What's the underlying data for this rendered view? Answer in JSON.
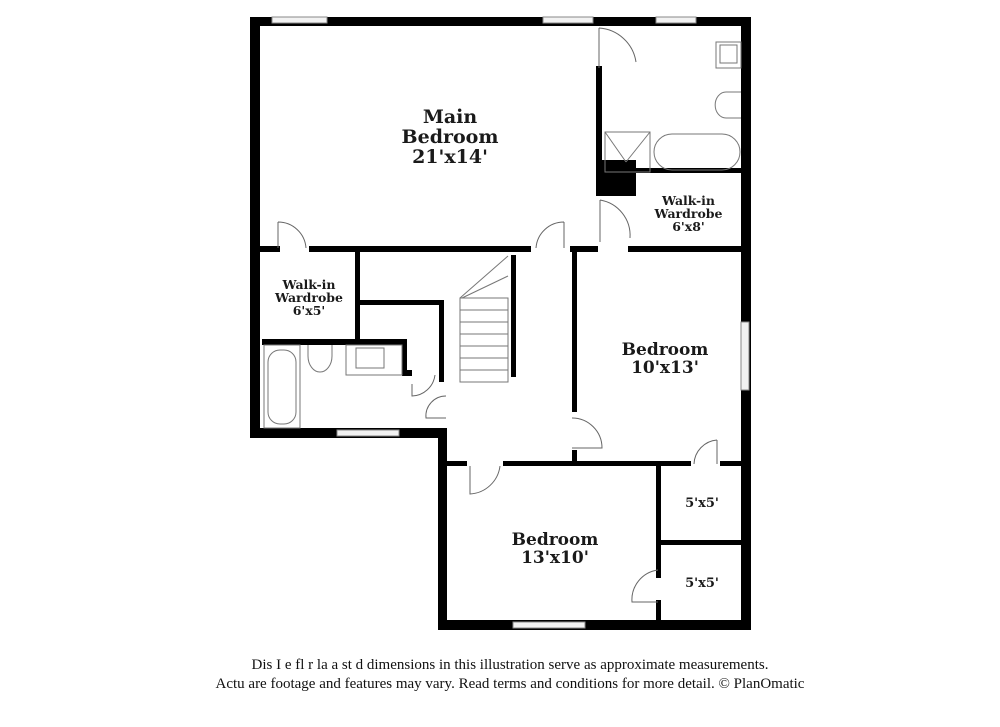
{
  "floorplan": {
    "rooms": [
      {
        "id": "main-bedroom",
        "name_line1": "Main",
        "name_line2": "Bedroom",
        "dimensions": "21'x14'"
      },
      {
        "id": "walk-in-wardrobe-1",
        "name_line1": "Walk-in",
        "name_line2": "Wardrobe",
        "dimensions": "6'x8'"
      },
      {
        "id": "walk-in-wardrobe-2",
        "name_line1": "Walk-in",
        "name_line2": "Wardrobe",
        "dimensions": "6'x5'"
      },
      {
        "id": "bedroom-2",
        "name": "Bedroom",
        "dimensions": "10'x13'"
      },
      {
        "id": "bedroom-3",
        "name": "Bedroom",
        "dimensions": "13'x10'"
      },
      {
        "id": "closet-1",
        "dimensions": "5'x5'"
      },
      {
        "id": "closet-2",
        "dimensions": "5'x5'"
      }
    ],
    "colors": {
      "wall": "#000000",
      "fixture": "#777777",
      "background": "#ffffff",
      "window": "#cccccc"
    }
  },
  "disclaimer": {
    "line1": "Dis     I  e fl   r  la   a   st   d dimensions in this illustration serve as approximate measurements.",
    "line2": "Actu     are footage and features may vary. Read terms and conditions for more detail. © PlanOmatic"
  }
}
